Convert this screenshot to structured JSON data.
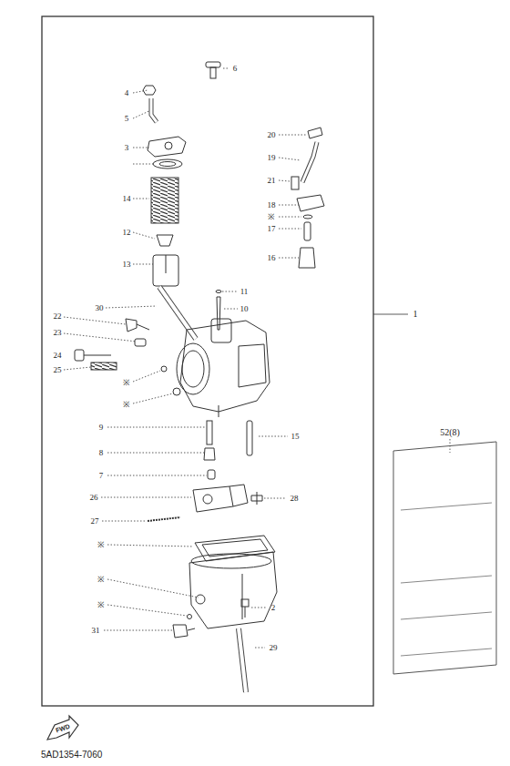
{
  "diagram": {
    "labels": [
      "6",
      "4",
      "5",
      "3",
      "20",
      "19",
      "21",
      "18",
      "※",
      "17",
      "14",
      "12",
      "16",
      "13",
      "11",
      "10",
      "30",
      "22",
      "23",
      "24",
      "25",
      "※",
      "※",
      "9",
      "15",
      "8",
      "7",
      "26",
      "28",
      "27",
      "※",
      "※",
      "※",
      "2",
      "31",
      "29",
      "1",
      "52(8)",
      "FWD",
      "5AD1354-7060"
    ]
  }
}
